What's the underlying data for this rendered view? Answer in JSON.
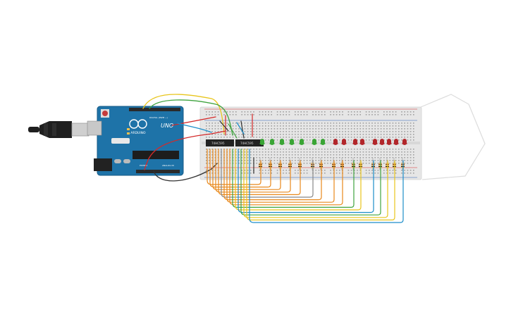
{
  "colors": {
    "background": "#ffffff",
    "arduino_board": "#1e73a8",
    "breadboard": "#e6e6e6",
    "breadboard_hole": "#666666",
    "rail_red": "#d42a2a",
    "rail_blue": "#2b5fb5",
    "wire_red": "#d42a2a",
    "wire_black": "#333333",
    "wire_orange": "#e8891c",
    "wire_yellow": "#e8c51c",
    "wire_green": "#3fa33f",
    "wire_blue": "#1d8ec9",
    "wire_gray": "#888888",
    "led_green": "#3aa535",
    "led_red": "#b2262a",
    "resistor": "#d9b26b",
    "chip": "#222222",
    "usb_cable": "#1f1f1f"
  },
  "arduino": {
    "model_label": "UNO",
    "brand_label": "ARDUINO",
    "digital_header_label": "DIGITAL (PWM ~)",
    "power_header_label": "POWER",
    "analog_header_label": "ANALOG IN"
  },
  "shift_registers": [
    {
      "label": "74HC595"
    },
    {
      "label": "74HC595"
    }
  ],
  "leds": {
    "green_count": 7,
    "red_count": 9
  }
}
